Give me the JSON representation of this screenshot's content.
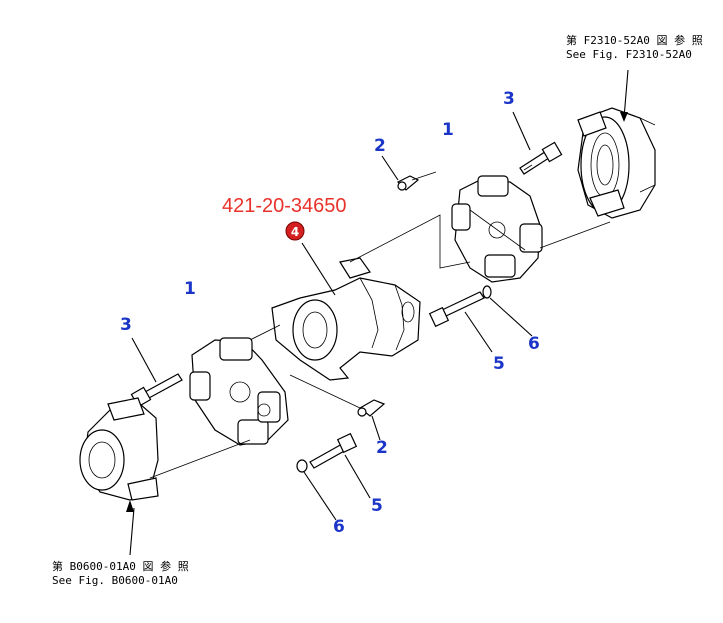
{
  "notes": {
    "top_right_jp": "第 F2310-52A0 図 参 照",
    "top_right_en": "See Fig. F2310-52A0",
    "bottom_left_jp": "第 B0600-01A0 図 参 照",
    "bottom_left_en": "See Fig. B0600-01A0"
  },
  "part_number": "421-20-34650",
  "highlight_badge": {
    "label": "4",
    "color": "#d42020"
  },
  "callouts": {
    "c1a": "1",
    "c1b": "1",
    "c2a": "2",
    "c2b": "2",
    "c3a": "3",
    "c3b": "3",
    "c5a": "5",
    "c5b": "5",
    "c6a": "6",
    "c6b": "6"
  },
  "colors": {
    "callout": "#1a35c8",
    "part_number": "#e8322a",
    "line": "#000000"
  }
}
